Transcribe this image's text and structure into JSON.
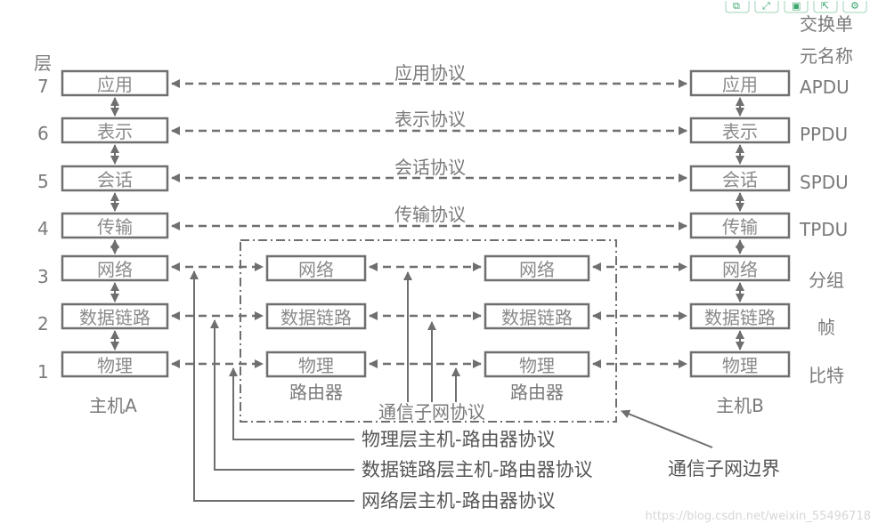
{
  "toolbar": {
    "icons": [
      "copy-icon",
      "fullscreen-icon",
      "save-icon",
      "share-icon",
      "settings-icon"
    ]
  },
  "header": {
    "layer": "层",
    "pdu_line1": "交换单",
    "pdu_line2": "元名称"
  },
  "layer_numbers": [
    "7",
    "6",
    "5",
    "4",
    "3",
    "2",
    "1"
  ],
  "host_a_layers": [
    "应用",
    "表示",
    "会话",
    "传输",
    "网络",
    "数据链路",
    "物理"
  ],
  "host_b_layers": [
    "应用",
    "表示",
    "会话",
    "传输",
    "网络",
    "数据链路",
    "物理"
  ],
  "router1_layers": [
    "网络",
    "数据链路",
    "物理"
  ],
  "router2_layers": [
    "网络",
    "数据链路",
    "物理"
  ],
  "protocols": [
    "应用协议",
    "表示协议",
    "会话协议",
    "传输协议"
  ],
  "pdu_names": [
    "APDU",
    "PPDU",
    "SPDU",
    "TPDU",
    "分组",
    "帧",
    "比特"
  ],
  "labels": {
    "host_a": "主机A",
    "host_b": "主机B",
    "router1": "路由器",
    "router2": "路由器",
    "subnet_protocol": "通信子网协议",
    "physical_protocol": "物理层主机-路由器协议",
    "datalink_protocol": "数据链路层主机-路由器协议",
    "network_protocol": "网络层主机-路由器协议",
    "subnet_boundary": "通信子网边界"
  },
  "watermark": "https://blog.csdn.net/weixin_55496718",
  "colors": {
    "line": "#6f6f6f",
    "text": "#7a7a7a",
    "accent": "#3aa76d"
  }
}
